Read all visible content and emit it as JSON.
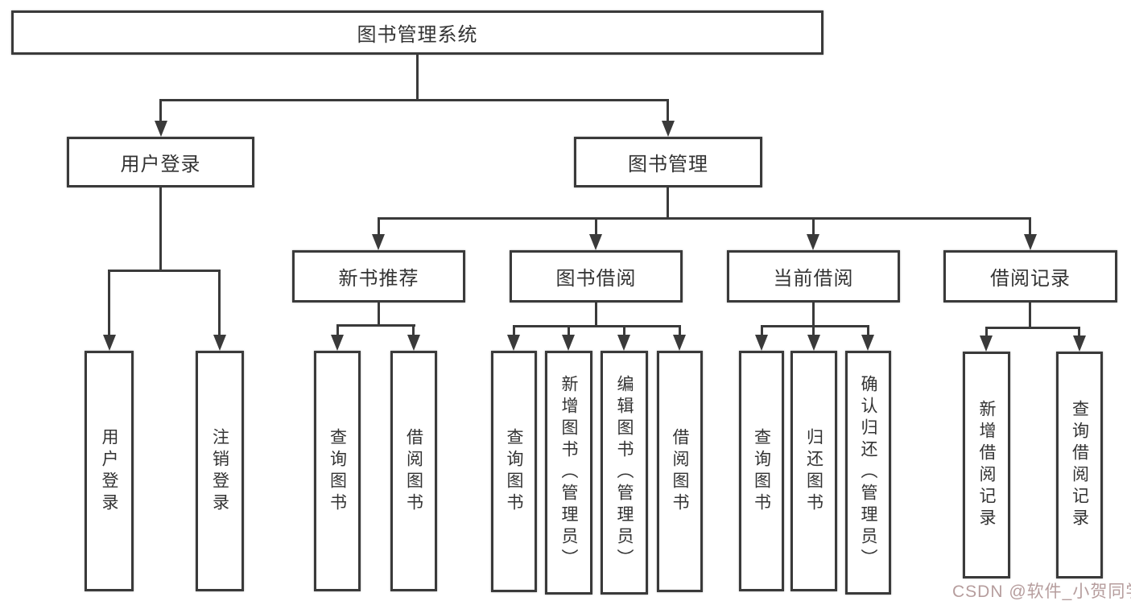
{
  "nodes": {
    "root": "图书管理系统",
    "user_login": "用户登录",
    "book_mgmt": "图书管理",
    "new_book": "新书推荐",
    "book_borrow": "图书借阅",
    "current_borrow": "当前借阅",
    "borrow_record": "借阅记录"
  },
  "leaves": {
    "user_login_1": "用户登录",
    "user_login_2": "注销登录",
    "new_book_1": "查询图书",
    "new_book_2": "借阅图书",
    "book_borrow_1": "查询图书",
    "book_borrow_2": "新增图书（管理员）",
    "book_borrow_3": "编辑图书（管理员）",
    "book_borrow_4": "借阅图书",
    "current_1": "查询图书",
    "current_2": "归还图书",
    "current_3": "确认归还（管理员）",
    "record_1": "新增借阅记录",
    "record_2": "查询借阅记录"
  },
  "watermark": "CSDN @软件_小贺同学",
  "colors": {
    "line": "#3a3a3a",
    "text": "#333333",
    "watermark": "#b29898",
    "background": "#ffffff"
  }
}
